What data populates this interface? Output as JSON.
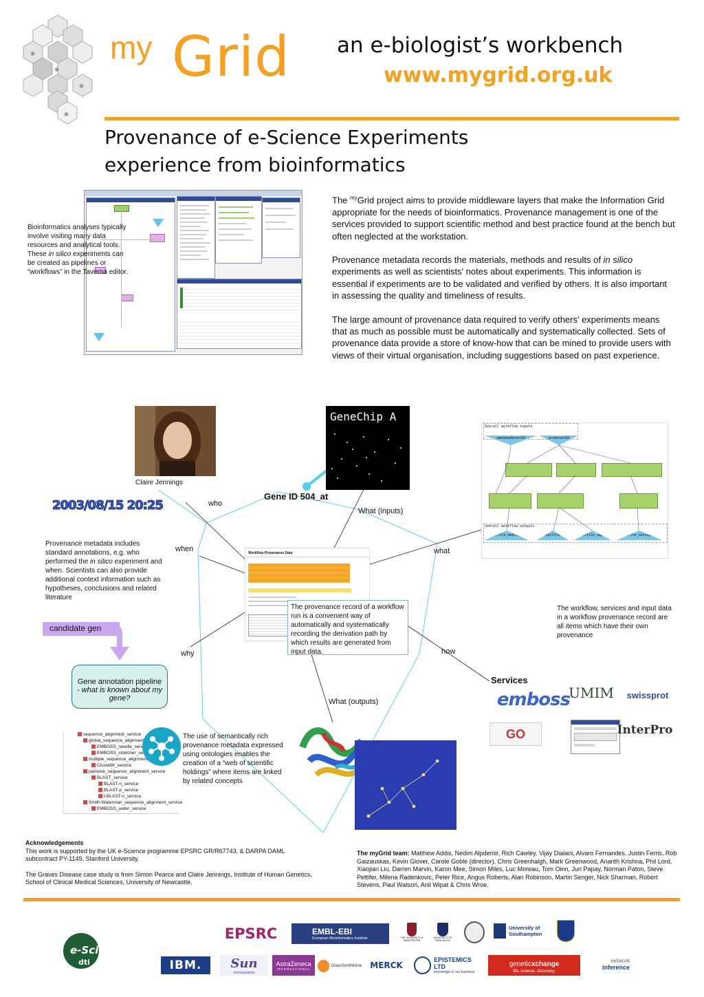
{
  "header": {
    "logo_prefix": "my",
    "logo_main": "Grid",
    "tagline": "an e-biologist’s workbench",
    "url": "www.mygrid.org.uk"
  },
  "title": {
    "line1": "Provenance of e-Science Experiments",
    "line2": "experience from bioinformatics"
  },
  "left_note": {
    "text_a": "Bioinformatics analyses typically involve visiting many data resources and analytical tools. These ",
    "text_em": "in silico",
    "text_b": " experiments can be created as pipelines or  “workflows” in the Taverna editor."
  },
  "intro": {
    "p1_a": "The ",
    "p1_sup": "my",
    "p1_b": "Grid project aims to provide middleware layers that make the Information Grid appropriate for the needs of bioinformatics. Provenance management is one of the services provided to support scientific method and best practice found at the bench but often neglected at the workstation.",
    "p2_a": "Provenance metadata records the materials, methods and results of ",
    "p2_em": "in silico",
    "p2_b": " experiments as well as scientists' notes about experiments. This information is essential if experiments are to be validated and verified by others. It is also important in assessing the quality and timeliness of results.",
    "p3": "The large amount of provenance data required to verify others' experiments means that as much as possible must be automatically and systematically collected. Sets of provenance data provide a store of know-how that can be mined to provide users with views of their virtual organisation, including suggestions based on past experience."
  },
  "diagram": {
    "photo_caption": "Claire Jennings",
    "date_stamp": "2003/08/15 20:25",
    "chip_text": "GeneChip A",
    "gene_id": "Gene ID 504_at",
    "labels": {
      "who": "who",
      "when": "when",
      "why": "why",
      "what_inputs": "What (inputs)",
      "what": "what",
      "how": "how",
      "what_outputs": "What (outputs)"
    },
    "provenance_note_a": "Provenance metadata includes standard annotations, e.g. who performed the ",
    "provenance_note_em": "in silico",
    "provenance_note_b": " experiment and when. Scientists can also provide additional context information such as hypotheses, conclusions and related literature",
    "candidate_genes": "candidate genes",
    "pipeline_title": "Gene annotation pipeline",
    "pipeline_sub": "- what is known about my gene?",
    "record_note": "The provenance record of a workflow run is a convenient way of automatically and systematically recording the derivation path by which results are generated from input data.",
    "workflow_note": "The workflow, services and input data in a workflow provenance record are all items which have their own provenance",
    "semantic_note": "The use of semantically rich provenance metadata expressed using ontologies enables the creation of a “web of scientific holdings” where items are linked by related concepts",
    "services_heading": "Services",
    "report_title": "Workflow Provenance Data"
  },
  "workflow": {
    "inputs_label": "Overall workflow inputs",
    "outputs_label": "overall workflow outputs",
    "inputs": [
      "umeGeneAnnotId",
      "probesetId"
    ],
    "outputs": [
      "outfile_medline",
      "outfile",
      "outfile_swpe",
      "outfile_swissprot"
    ]
  },
  "service_tree": [
    "sequence_alignment_service",
    "global_sequence_alignment_service",
    "EMBOSS_needle_service",
    "EMBOSS_stretcher_service",
    "multiple_sequence_alignment_service",
    "ClustalW_service",
    "pairwise_sequence_alignment_service",
    "BLAST_service",
    "BLAST-n_service",
    "BLAST-p_service",
    "t-BLAST-n_service",
    "Smith-Waterman_sequence_alignment_service",
    "EMBOSS_water_service"
  ],
  "service_logos": [
    "emboss",
    "UMIM",
    "swissprot",
    "GO",
    "InterPro"
  ],
  "acknowledgements": {
    "heading": "Acknowledgements",
    "p1": "This work is supported by the UK e-Science programme EPSRC GR/R67743, & DARPA DAML subcontract PY-1149, Stanford University.",
    "p2": "The Graves Disease case study is from Simon Pearce and Claire Jennings, Institute of Human Genetics, School of Clinical Medical Sciences, University of Newcastle."
  },
  "team": {
    "heading": "The myGrid team:",
    "names": " Matthew Addis, Nedim Alpdemir, Rich Cawley, Vijay Dialani, Alvaro Fernandes, Justin Ferris, Rob Gaizauskas, Kevin Glover, Carole Goble (director), Chris Greenhalgh, Mark Greenwood, Ananth Krishna, Phil Lord, Xiaojian Liu, Darren Marvin, Karon Mee, Simon Miles, Luc Moreau, Tom Oinn, Juri Papay, Norman Paton, Steve Pettifer, Milena Radenkovic, Peter Rice, Angus Roberts, Alan Robinson, Martin Senger, Nick Sharman, Robert Stevens, Paul Watson, Anil Wipat & Chris Wroe."
  },
  "sponsor_logos": {
    "escience": "e-Science",
    "dti": "dti",
    "epsrc": "EPSRC",
    "emblebi": "EMBL-EBI",
    "emblebi_sub": "European Bioinformatics Institute",
    "manchester": "THE UNIVERSITY of MANCHESTER",
    "newcastle": "UNIVERSITY OF NEWCASTLE",
    "southampton": "University of Southampton",
    "ibm": "IBM.",
    "sun": "Sun",
    "sun_sub": "microsystems",
    "astrazeneca": "AstraZeneca",
    "astrazeneca_sub": "INTERNATIONAL",
    "gsk": "GlaxoSmithKline",
    "merck": "MERCK",
    "epistemics": "EPISTEMICS LTD",
    "epistemics_sub": "knowledge to our business",
    "genetic_a": "genetic",
    "genetic_b": "xchange",
    "genetic_sub": "life. science. discovery.",
    "network": "network",
    "inference": "inference"
  },
  "colors": {
    "accent": "#f5a01e",
    "link_line": "#66cfe0",
    "title_blue": "#3c5bc8"
  }
}
